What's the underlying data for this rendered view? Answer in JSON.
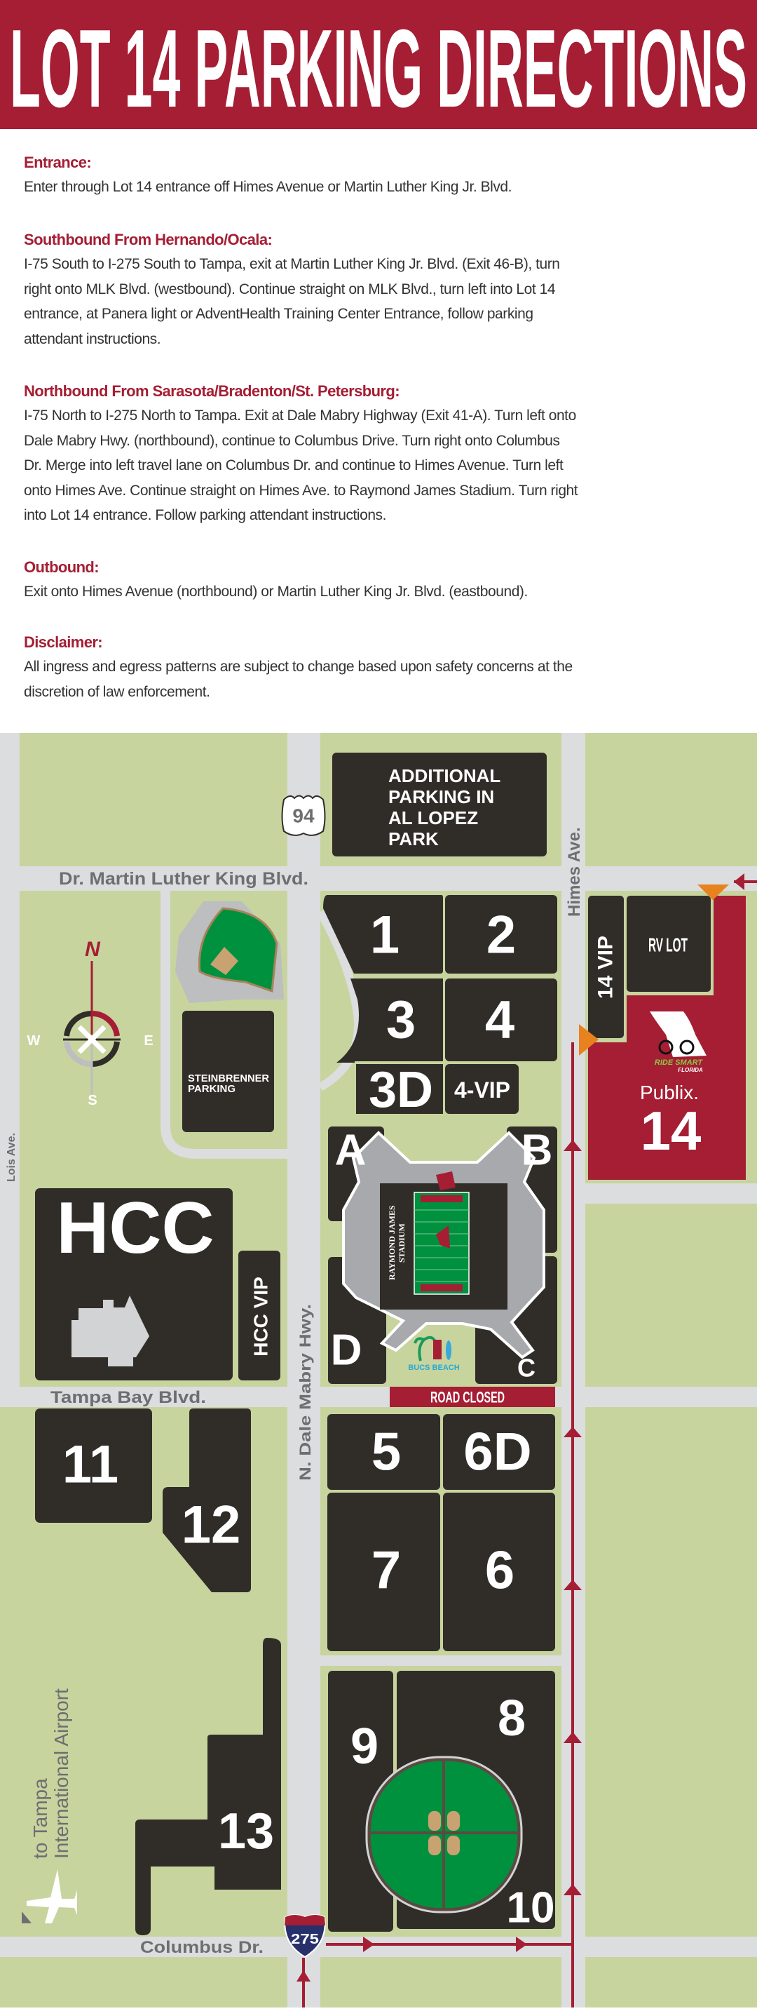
{
  "header": {
    "title": "LOT 14 PARKING DIRECTIONS"
  },
  "sections": [
    {
      "heading": "Entrance:",
      "lines": [
        "Enter through Lot 14 entrance off Himes Avenue or Martin Luther King Jr. Blvd."
      ]
    },
    {
      "heading": "Southbound From Hernando/Ocala:",
      "lines": [
        "I-75 South to I-275 South to Tampa, exit at Martin Luther King Jr. Blvd. (Exit 46-B), turn",
        "right onto MLK Blvd. (westbound). Continue straight on MLK Blvd., turn left into Lot 14",
        "entrance, at Panera light or AdventHealth Training Center Entrance, follow parking",
        "attendant instructions."
      ]
    },
    {
      "heading": "Northbound From Sarasota/Bradenton/St. Petersburg:",
      "lines": [
        "I-75 North to I-275 North to Tampa. Exit at Dale Mabry Highway (Exit 41-A). Turn left onto",
        "Dale Mabry Hwy. (northbound), continue to Columbus Drive. Turn right onto Columbus",
        "Dr. Merge into left travel lane on Columbus Dr. and continue to Himes Avenue. Turn left",
        "onto Himes Ave. Continue straight on Himes Ave. to Raymond James Stadium. Turn right",
        "into Lot 14 entrance. Follow parking attendant instructions."
      ]
    },
    {
      "heading": "Outbound:",
      "lines": [
        "Exit onto Himes Avenue (northbound) or Martin Luther King Jr. Blvd. (eastbound)."
      ]
    },
    {
      "heading": "Disclaimer:",
      "lines": [
        "All ingress and egress patterns are subject to change based upon safety concerns at the",
        "discretion of law enforcement."
      ]
    }
  ],
  "map": {
    "streets": {
      "mlk": "Dr. Martin Luther King Blvd.",
      "himes": "Himes Ave.",
      "lois": "Lois Ave.",
      "tampa_bay": "Tampa Bay Blvd.",
      "dale_mabry": "N. Dale Mabry Hwy.",
      "columbus": "Columbus Dr."
    },
    "shields": {
      "us": "94",
      "interstate": "275"
    },
    "additional_parking": [
      "ADDITIONAL",
      "PARKING IN",
      "AL LOPEZ",
      "PARK"
    ],
    "steinbrenner": [
      "STEINBRENNER",
      "PARKING"
    ],
    "compass": {
      "n": "N",
      "s": "S",
      "e": "E",
      "w": "W"
    },
    "lots": {
      "l1": "1",
      "l2": "2",
      "l3": "3",
      "l4": "4",
      "l3d": "3D",
      "l4vip": "4-VIP",
      "l14vip": "14 VIP",
      "rv": "RV LOT",
      "l14": "14",
      "publix": "Publix.",
      "a": "A",
      "b": "B",
      "c": "C",
      "d": "D",
      "hcc": "HCC",
      "hccvip": "HCC VIP",
      "l5": "5",
      "l6d": "6D",
      "l7": "7",
      "l6": "6",
      "l8": "8",
      "l9": "9",
      "l10": "10",
      "l11": "11",
      "l12": "12",
      "l13": "13"
    },
    "stadium": [
      "RAYMOND JAMES",
      "STADIUM"
    ],
    "bucs_beach": "BUCS BEACH",
    "ride_smart": [
      "RIDE SMART",
      "FLORIDA"
    ],
    "road_closed": "ROAD CLOSED",
    "airport": [
      "to Tampa",
      "International Airport"
    ]
  },
  "colors": {
    "brand_red": "#a51e34",
    "lot": "#302d29",
    "grass": "#c7d49e",
    "road": "#dcdddf",
    "route": "#a51e34",
    "entrance_marker": "#e8821e",
    "field": "#00913f"
  }
}
